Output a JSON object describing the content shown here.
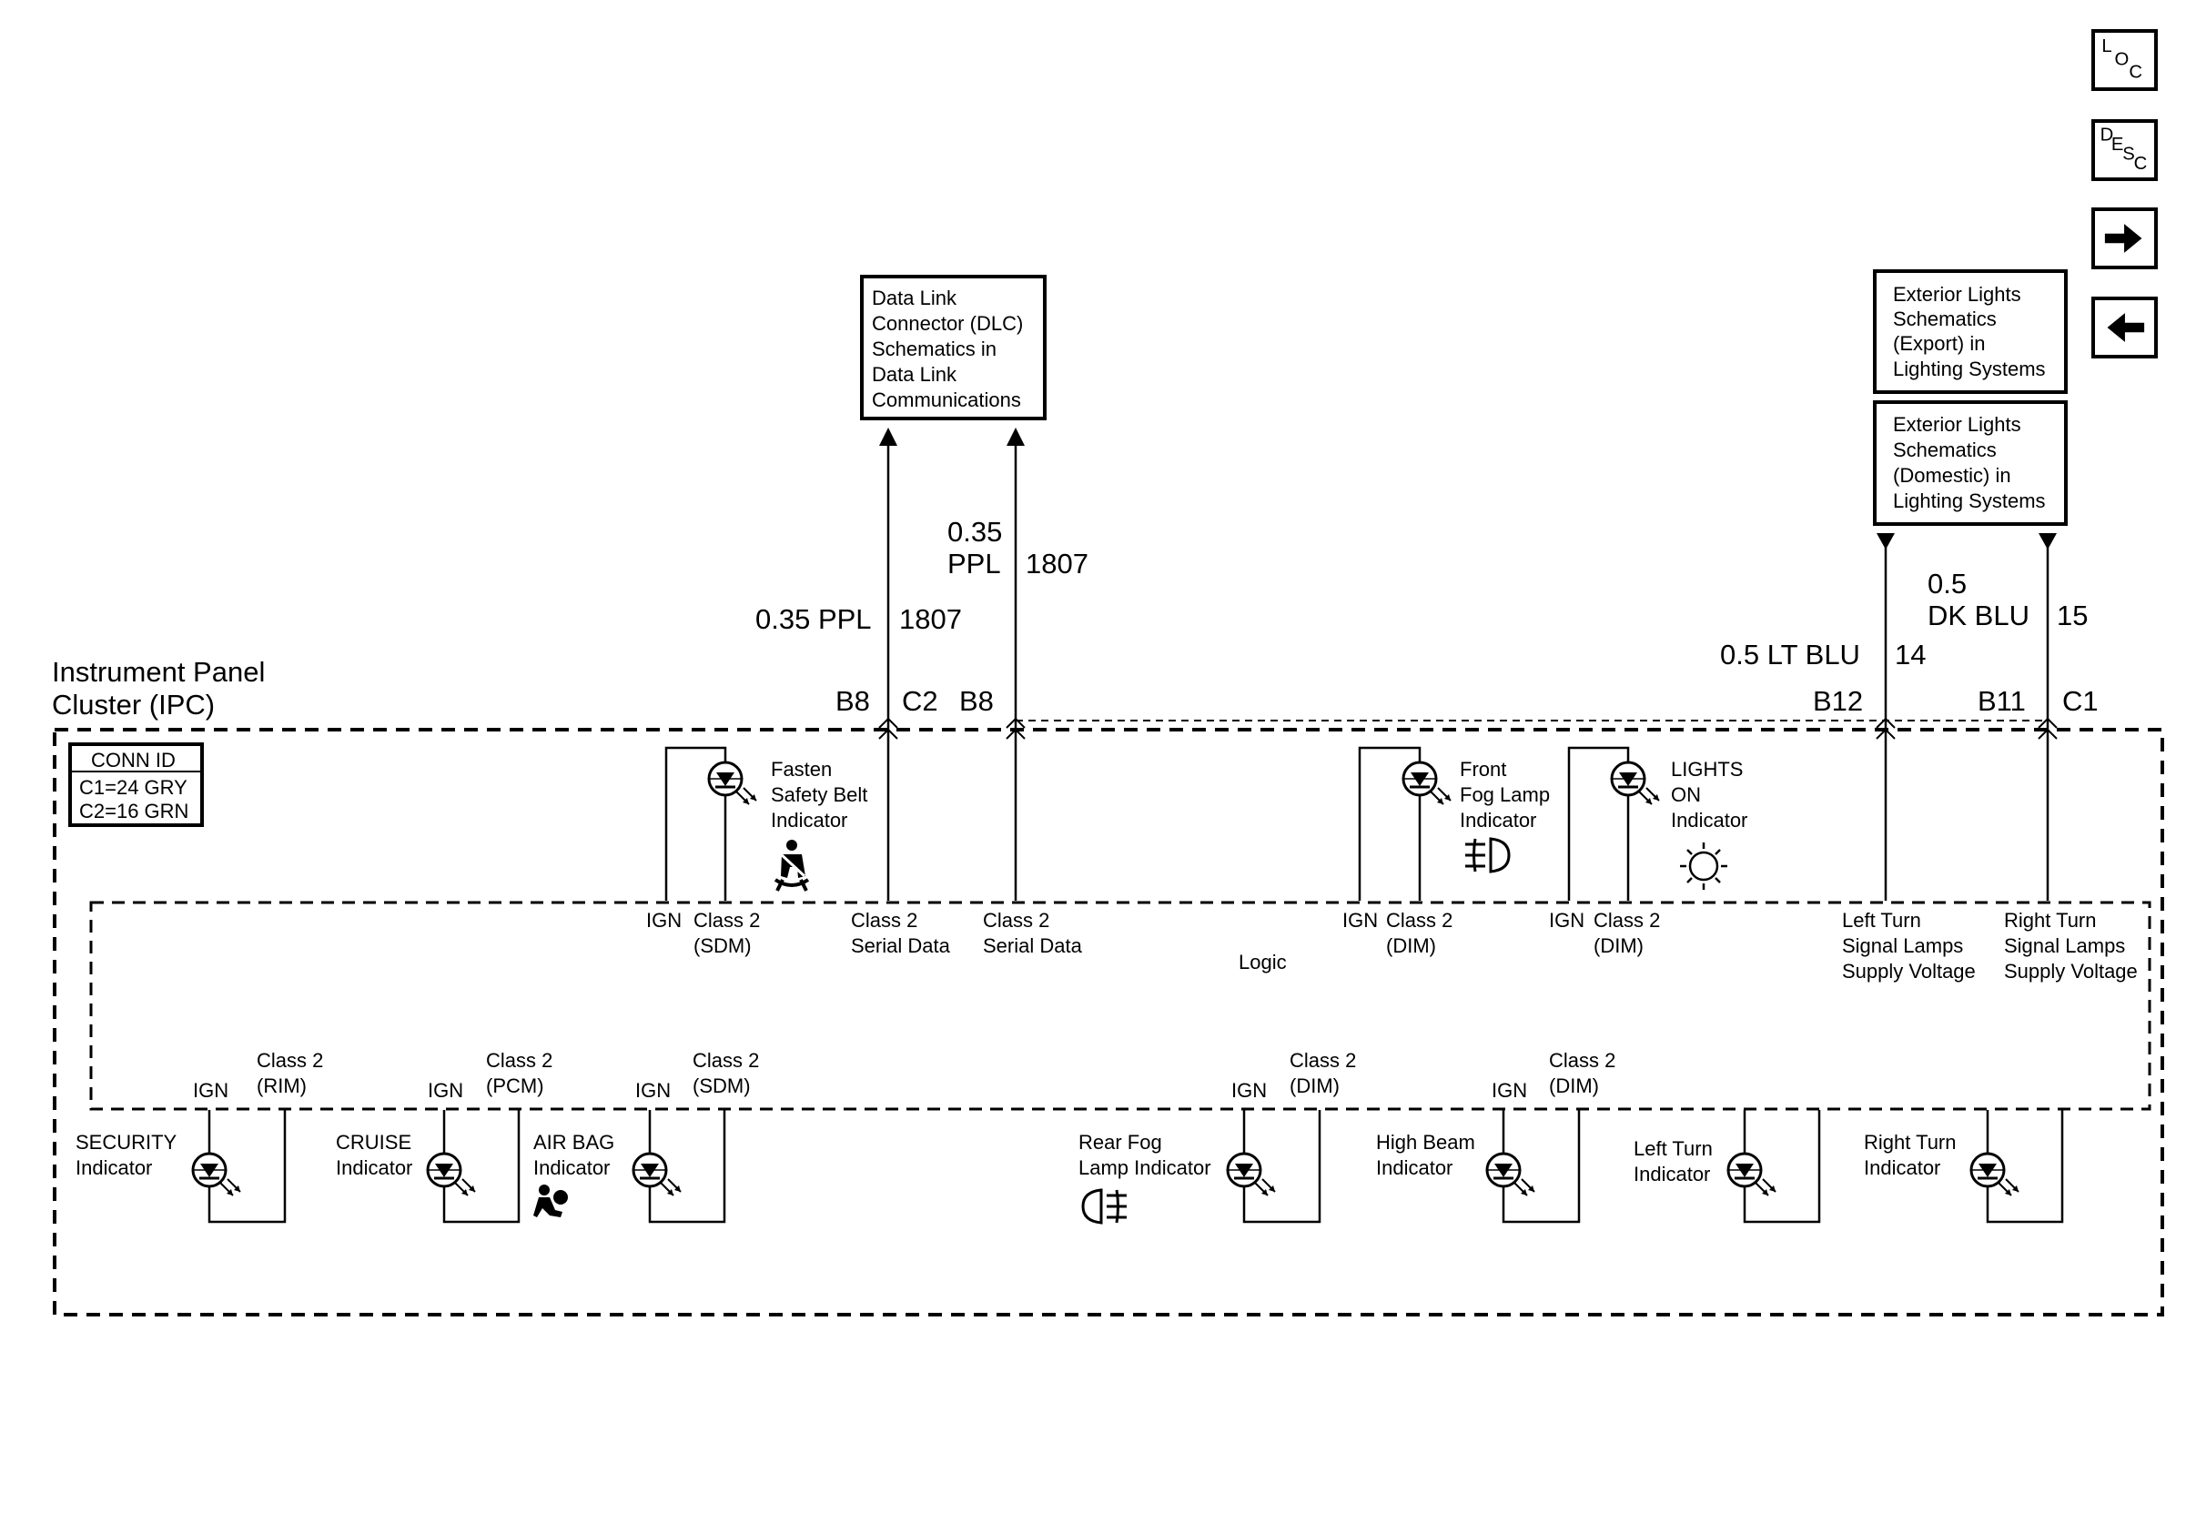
{
  "nav": {
    "loc": {
      "l1": "L",
      "l2": "O",
      "l3": "C"
    },
    "desc": {
      "l1": "D",
      "l2": "E",
      "l3": "S",
      "l4": "C"
    }
  },
  "boxes": {
    "dlc": [
      "Data Link",
      "Connector (DLC)",
      "Schematics in",
      "Data Link",
      "Communications"
    ],
    "export": [
      "Exterior Lights",
      "Schematics",
      "(Export) in",
      "Lighting Systems"
    ],
    "domestic": [
      "Exterior Lights",
      "Schematics",
      "(Domestic) in",
      "Lighting Systems"
    ]
  },
  "ipc": {
    "title1": "Instrument Panel",
    "title2": "Cluster (IPC)",
    "logic": "Logic"
  },
  "conn": {
    "title": "CONN ID",
    "c1": "C1=24 GRY",
    "c2": "C2=16 GRN"
  },
  "wires": {
    "w1": {
      "gauge": "0.35 PPL",
      "circuit": "1807",
      "pin": "B8",
      "conn": "C2"
    },
    "w2": {
      "gauge1": "0.35",
      "gauge2": "PPL",
      "circuit": "1807",
      "pin": "B8"
    },
    "w3": {
      "gauge": "0.5 LT BLU",
      "circuit": "14",
      "pin": "B12"
    },
    "w4": {
      "gauge1": "0.5",
      "gauge2": "DK BLU",
      "circuit": "15",
      "pin": "B11",
      "conn": "C1"
    }
  },
  "top_indicators": {
    "belt": [
      "Fasten",
      "Safety Belt",
      "Indicator"
    ],
    "ffog": [
      "Front",
      "Fog Lamp",
      "Indicator"
    ],
    "lights": [
      "LIGHTS",
      "ON",
      "Indicator"
    ]
  },
  "logic_labels": {
    "ign": "IGN",
    "class2_sdm": [
      "Class 2",
      "(SDM)"
    ],
    "serial1": [
      "Class 2",
      "Serial Data"
    ],
    "serial2": [
      "Class 2",
      "Serial Data"
    ],
    "class2_dim1": [
      "Class 2",
      "(DIM)"
    ],
    "class2_dim2": [
      "Class 2",
      "(DIM)"
    ],
    "left_supply": [
      "Left Turn",
      "Signal Lamps",
      "Supply Voltage"
    ],
    "right_supply": [
      "Right Turn",
      "Signal Lamps",
      "Supply Voltage"
    ]
  },
  "bottom_labels": {
    "ign": "IGN",
    "rim": [
      "Class 2",
      "(RIM)"
    ],
    "pcm": [
      "Class 2",
      "(PCM)"
    ],
    "sdm": [
      "Class 2",
      "(SDM)"
    ],
    "dim1": [
      "Class 2",
      "(DIM)"
    ],
    "dim2": [
      "Class 2",
      "(DIM)"
    ]
  },
  "bottom_indicators": {
    "security": [
      "SECURITY",
      "Indicator"
    ],
    "cruise": [
      "CRUISE",
      "Indicator"
    ],
    "airbag": [
      "AIR BAG",
      "Indicator"
    ],
    "rfog": [
      "Rear Fog",
      "Lamp Indicator"
    ],
    "hbeam": [
      "High Beam",
      "Indicator"
    ],
    "lturn": [
      "Left Turn",
      "Indicator"
    ],
    "rturn": [
      "Right Turn",
      "Indicator"
    ]
  }
}
